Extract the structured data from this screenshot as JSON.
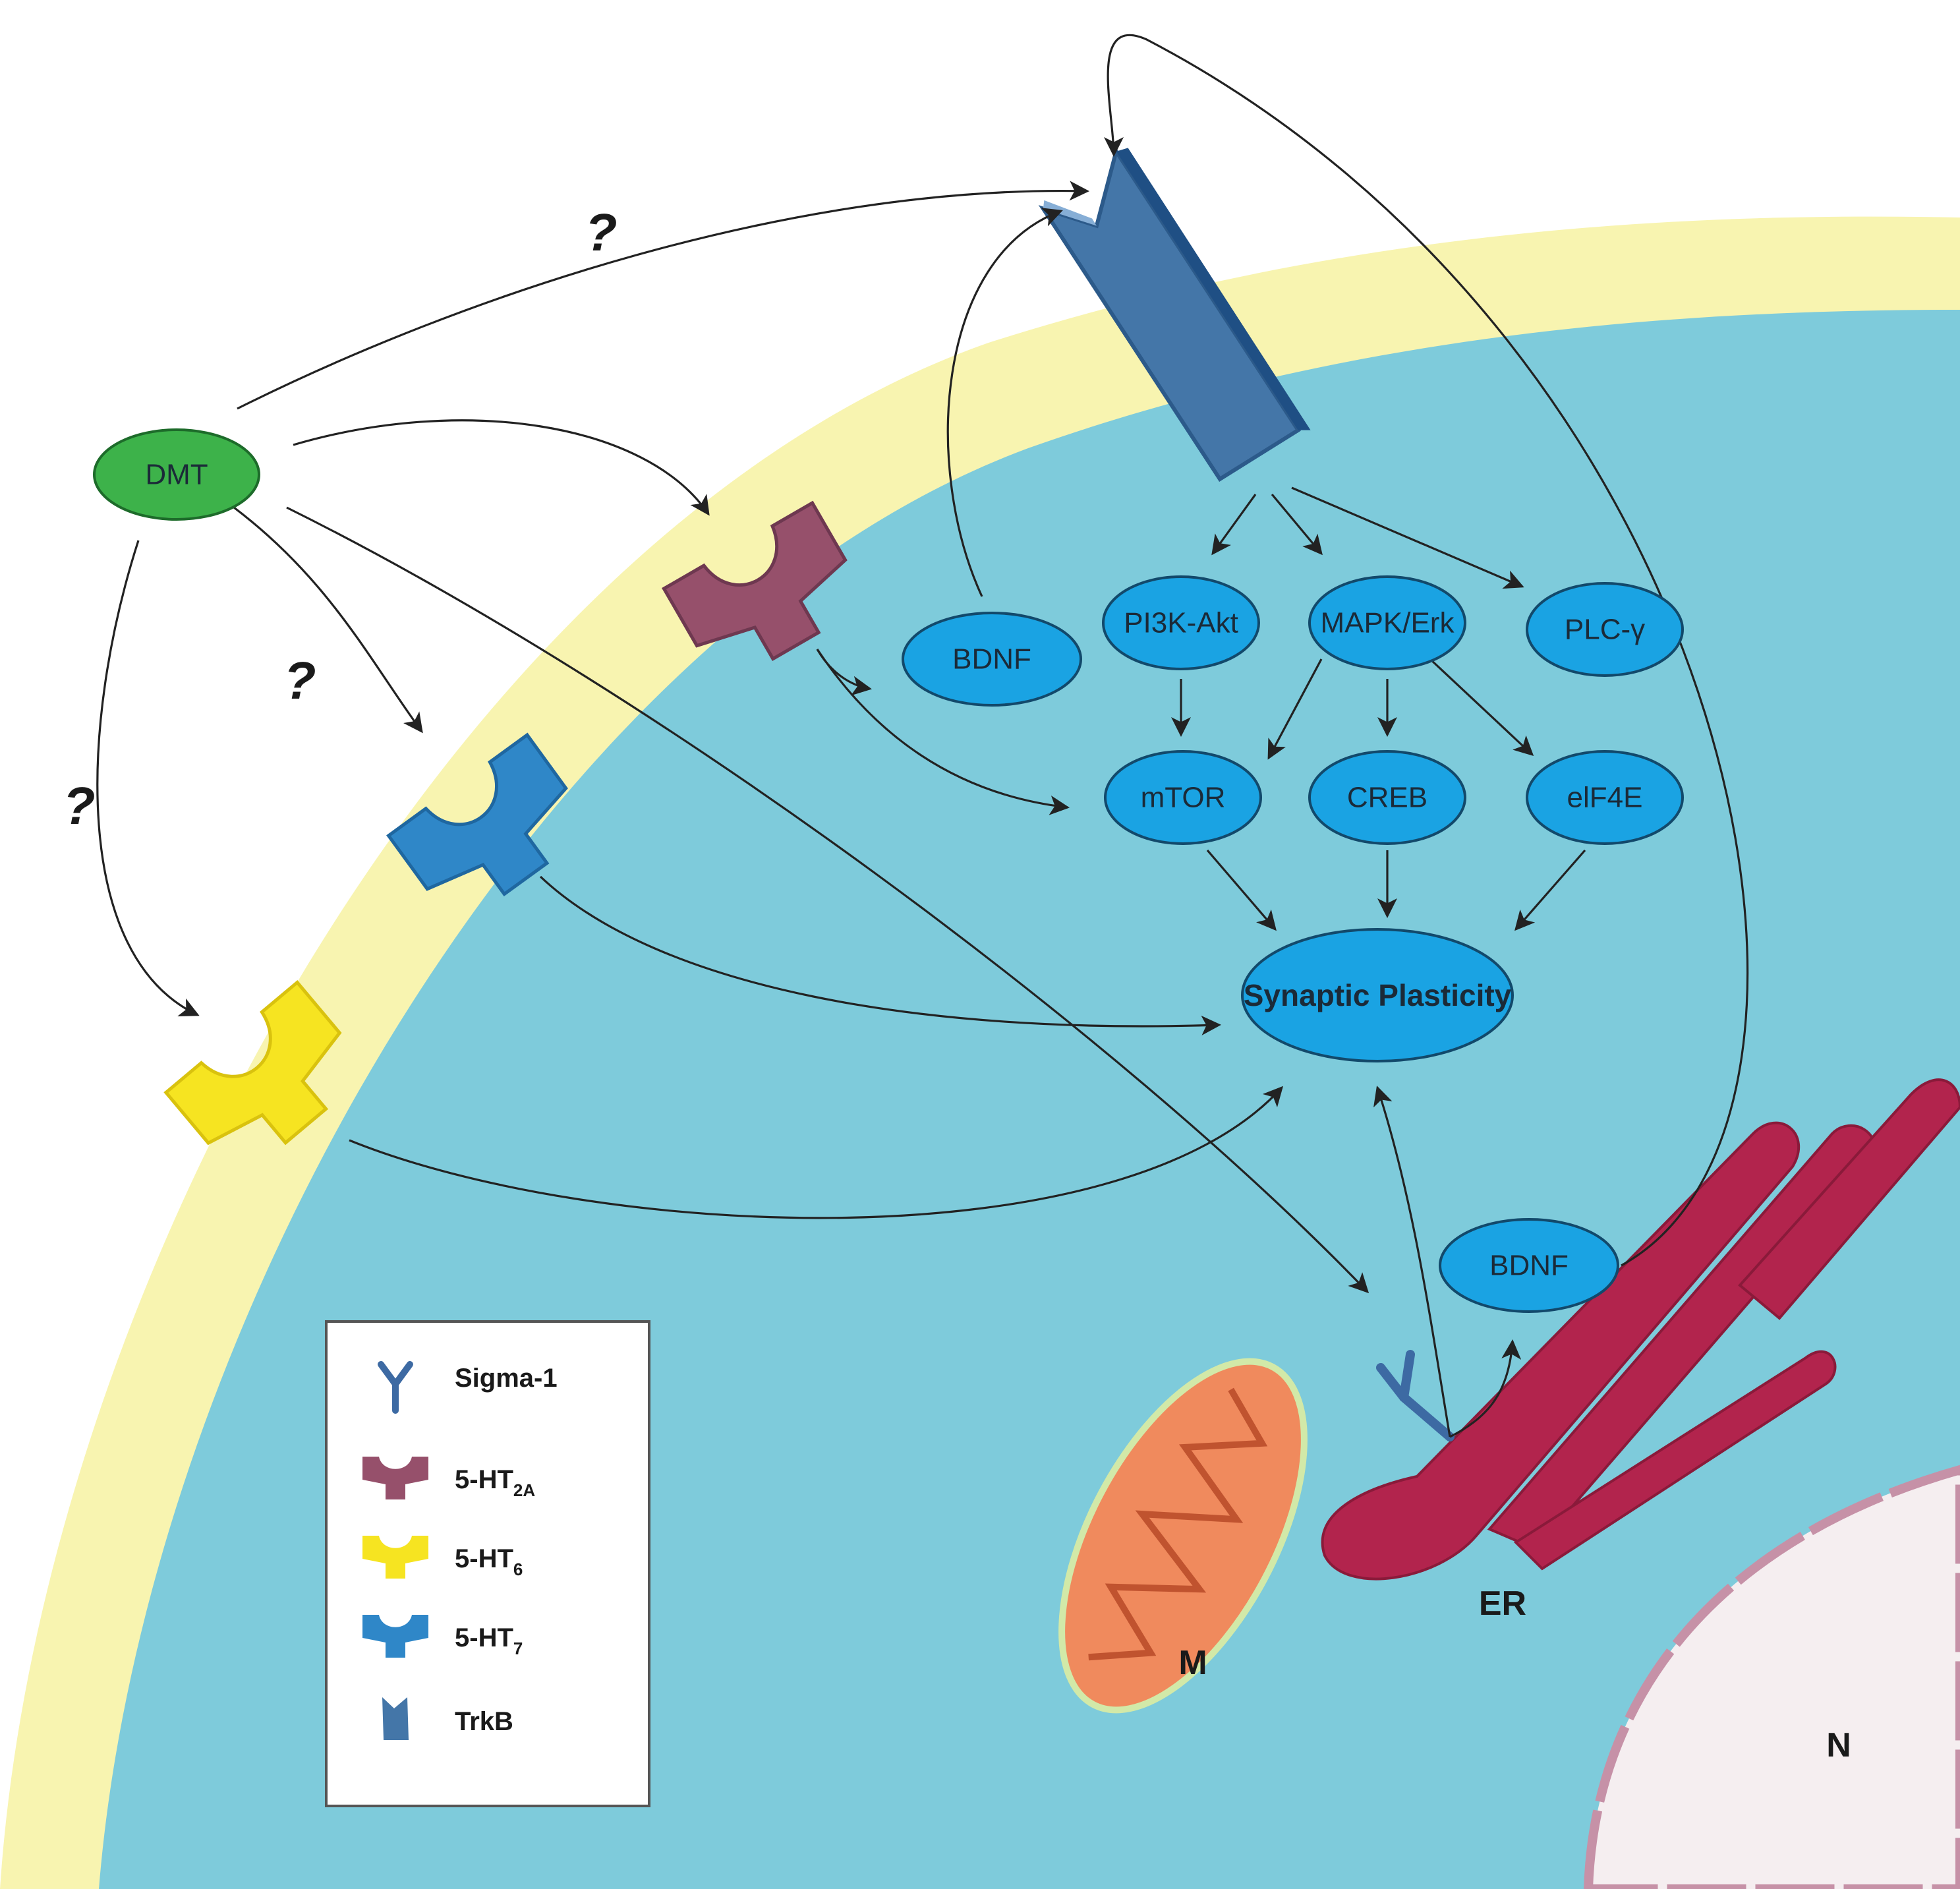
{
  "colors": {
    "membrane": "#f8f4b0",
    "cytoplasm": "#7ecbdb",
    "nucleus": "#f5eef0",
    "nuclear_envelope": "#c691a7",
    "node_fill": "#1aa3e3",
    "dmt_fill": "#3db24a",
    "ht2a": "#96506b",
    "ht6": "#f6e421",
    "ht7": "#2f87c8",
    "trkb": "#4476a8",
    "sigma1": "#3d6aa3",
    "er": "#b2244d",
    "mitochondrion": "#f08a5d"
  },
  "nodes": {
    "dmt": "DMT",
    "bdnf_top": "BDNF",
    "pi3k": "PI3K-Akt",
    "mapk": "MAPK/Erk",
    "plc": "PLC-γ",
    "mtor": "mTOR",
    "creb": "CREB",
    "eif4e": "elF4E",
    "synaptic": "Synaptic Plasticity",
    "bdnf_er": "BDNF"
  },
  "question_mark": "?",
  "organelles": {
    "mitochondrion": "M",
    "er": "ER",
    "nucleus": "N"
  },
  "legend": {
    "items": [
      {
        "label": "Sigma-1",
        "sub": "",
        "icon": "sigma1-icon"
      },
      {
        "label": "5-HT",
        "sub": "2A",
        "icon": "ht2a-receptor-icon"
      },
      {
        "label": "5-HT",
        "sub": "6",
        "icon": "ht6-receptor-icon"
      },
      {
        "label": "5-HT",
        "sub": "7",
        "icon": "ht7-receptor-icon"
      },
      {
        "label": "TrkB",
        "sub": "",
        "icon": "trkb-icon"
      }
    ]
  }
}
